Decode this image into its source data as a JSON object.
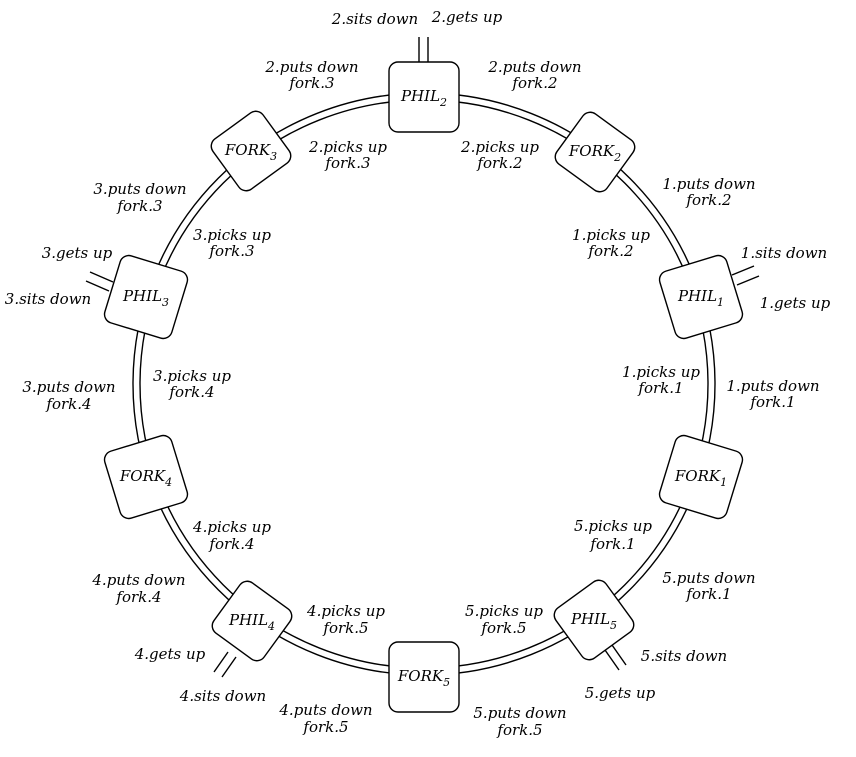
{
  "nodes": [
    {
      "id": "phil-2",
      "name": "PHIL",
      "sub": "2"
    },
    {
      "id": "fork-2",
      "name": "FORK",
      "sub": "2"
    },
    {
      "id": "phil-1",
      "name": "PHIL",
      "sub": "1"
    },
    {
      "id": "fork-1",
      "name": "FORK",
      "sub": "1"
    },
    {
      "id": "phil-5",
      "name": "PHIL",
      "sub": "5"
    },
    {
      "id": "fork-5",
      "name": "FORK",
      "sub": "5"
    },
    {
      "id": "phil-4",
      "name": "PHIL",
      "sub": "4"
    },
    {
      "id": "fork-4",
      "name": "FORK",
      "sub": "4"
    },
    {
      "id": "phil-3",
      "name": "PHIL",
      "sub": "3"
    },
    {
      "id": "fork-3",
      "name": "FORK",
      "sub": "3"
    }
  ],
  "labels": [
    {
      "id": "l-2-sits",
      "lines": [
        "2.sits down"
      ]
    },
    {
      "id": "l-2-gets",
      "lines": [
        "2.gets up"
      ]
    },
    {
      "id": "l-2-puts3",
      "lines": [
        "2.puts down",
        "fork.3"
      ]
    },
    {
      "id": "l-2-puts2",
      "lines": [
        "2.puts down",
        "fork.2"
      ]
    },
    {
      "id": "l-2-picks3",
      "lines": [
        "2.picks up",
        "fork.3"
      ]
    },
    {
      "id": "l-2-picks2",
      "lines": [
        "2.picks up",
        "fork.2"
      ]
    },
    {
      "id": "l-1-puts2",
      "lines": [
        "1.puts down",
        "fork.2"
      ]
    },
    {
      "id": "l-1-picks2",
      "lines": [
        "1.picks up",
        "fork.2"
      ]
    },
    {
      "id": "l-1-sits",
      "lines": [
        "1.sits down"
      ]
    },
    {
      "id": "l-1-gets",
      "lines": [
        "1.gets up"
      ]
    },
    {
      "id": "l-1-picks1",
      "lines": [
        "1.picks up",
        "fork.1"
      ]
    },
    {
      "id": "l-1-puts1",
      "lines": [
        "1.puts down",
        "fork.1"
      ]
    },
    {
      "id": "l-5-picks1",
      "lines": [
        "5.picks up",
        "fork.1"
      ]
    },
    {
      "id": "l-5-puts1",
      "lines": [
        "5.puts down",
        "fork.1"
      ]
    },
    {
      "id": "l-5-sits",
      "lines": [
        "5.sits down"
      ]
    },
    {
      "id": "l-5-gets",
      "lines": [
        "5.gets up"
      ]
    },
    {
      "id": "l-5-picks5",
      "lines": [
        "5.picks up",
        "fork.5"
      ]
    },
    {
      "id": "l-5-puts5",
      "lines": [
        "5.puts down",
        "fork.5"
      ]
    },
    {
      "id": "l-4-picks5",
      "lines": [
        "4.picks up",
        "fork.5"
      ]
    },
    {
      "id": "l-4-puts5",
      "lines": [
        "4.puts down",
        "fork.5"
      ]
    },
    {
      "id": "l-4-gets",
      "lines": [
        "4.gets up"
      ]
    },
    {
      "id": "l-4-sits",
      "lines": [
        "4.sits down"
      ]
    },
    {
      "id": "l-4-picks4",
      "lines": [
        "4.picks up",
        "fork.4"
      ]
    },
    {
      "id": "l-4-puts4",
      "lines": [
        "4.puts down",
        "fork.4"
      ]
    },
    {
      "id": "l-3-puts4",
      "lines": [
        "3.puts down",
        "fork.4"
      ]
    },
    {
      "id": "l-3-picks4",
      "lines": [
        "3.picks up",
        "fork.4"
      ]
    },
    {
      "id": "l-3-gets",
      "lines": [
        "3.gets up"
      ]
    },
    {
      "id": "l-3-sits",
      "lines": [
        "3.sits down"
      ]
    },
    {
      "id": "l-3-puts3",
      "lines": [
        "3.puts down",
        "fork.3"
      ]
    },
    {
      "id": "l-3-picks3",
      "lines": [
        "3.picks up",
        "fork.3"
      ]
    }
  ]
}
